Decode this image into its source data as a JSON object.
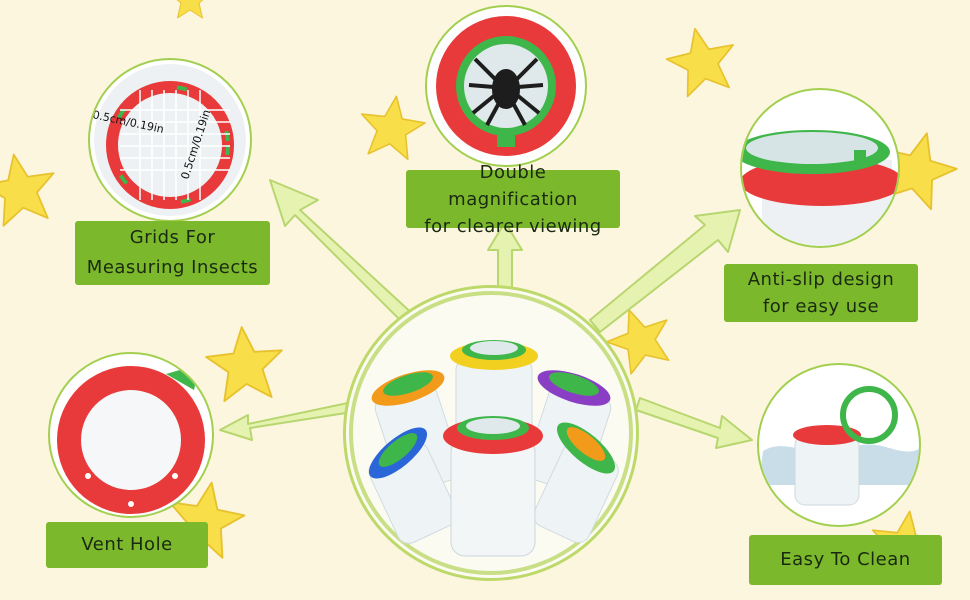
{
  "labels": {
    "grids": [
      "Grids For",
      "Measuring Insects"
    ],
    "magnification": [
      "Double magnification",
      "for clearer viewing"
    ],
    "anti_slip": [
      "Anti-slip design",
      "for easy use"
    ],
    "vent_hole": "Vent Hole",
    "easy_clean": "Easy To Clean"
  },
  "grid_marks": {
    "horizontal": "0.5cm/0.19in",
    "vertical": "0.5cm/0.19in"
  },
  "colors": {
    "background": "#fcf6df",
    "label_green": "#7cb82c",
    "star_yellow": "#f8df4a",
    "arrow_green": "#d8ec9a",
    "lid_red": "#e83a3a",
    "lid_green": "#3fb64a"
  }
}
